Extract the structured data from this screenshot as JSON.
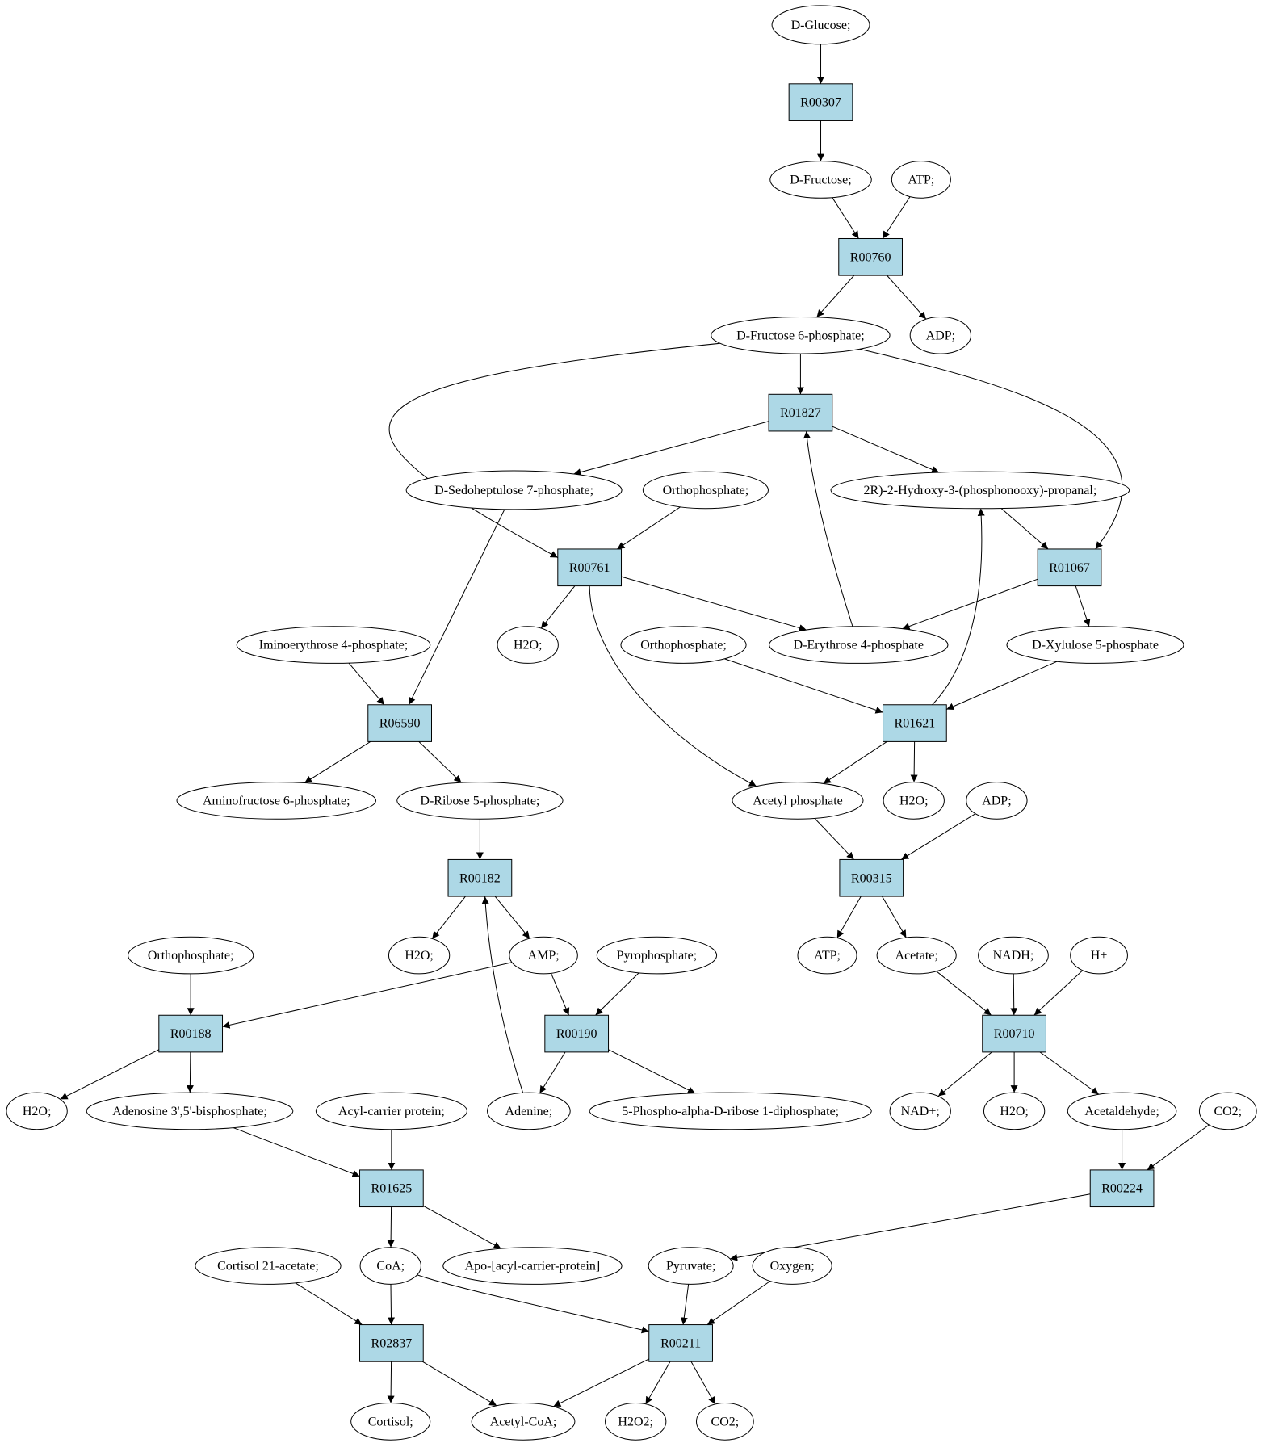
{
  "colors": {
    "reaction_fill": "#add8e6",
    "start_fill": "#00ee00",
    "end_fill": "#ffff00",
    "compound_fill": "#ffffff",
    "stroke": "#000000"
  },
  "nodes": [
    {
      "id": "glucose",
      "label": "D-Glucose;",
      "kind": "compound",
      "role": "start"
    },
    {
      "id": "R00307",
      "label": "R00307",
      "kind": "reaction"
    },
    {
      "id": "fructose",
      "label": "D-Fructose;",
      "kind": "compound"
    },
    {
      "id": "atp1",
      "label": "ATP;",
      "kind": "compound"
    },
    {
      "id": "R00760",
      "label": "R00760",
      "kind": "reaction"
    },
    {
      "id": "f6p",
      "label": "D-Fructose 6-phosphate;",
      "kind": "compound"
    },
    {
      "id": "adp1",
      "label": "ADP;",
      "kind": "compound"
    },
    {
      "id": "R01827",
      "label": "R01827",
      "kind": "reaction"
    },
    {
      "id": "s7p",
      "label": "D-Sedoheptulose 7-phosphate;",
      "kind": "compound"
    },
    {
      "id": "pi1",
      "label": "Orthophosphate;",
      "kind": "compound"
    },
    {
      "id": "g3p",
      "label": "2R)-2-Hydroxy-3-(phosphonooxy)-propanal;",
      "kind": "compound"
    },
    {
      "id": "R00761",
      "label": "R00761",
      "kind": "reaction"
    },
    {
      "id": "R01067",
      "label": "R01067",
      "kind": "reaction"
    },
    {
      "id": "imino",
      "label": "Iminoerythrose 4-phosphate;",
      "kind": "compound"
    },
    {
      "id": "h2o1",
      "label": "H2O;",
      "kind": "compound"
    },
    {
      "id": "pi2",
      "label": "Orthophosphate;",
      "kind": "compound"
    },
    {
      "id": "e4p",
      "label": "D-Erythrose 4-phosphate",
      "kind": "compound"
    },
    {
      "id": "x5p",
      "label": "D-Xylulose 5-phosphate",
      "kind": "compound"
    },
    {
      "id": "R06590",
      "label": "R06590",
      "kind": "reaction"
    },
    {
      "id": "R01621",
      "label": "R01621",
      "kind": "reaction"
    },
    {
      "id": "amino",
      "label": "Aminofructose 6-phosphate;",
      "kind": "compound"
    },
    {
      "id": "r5p",
      "label": "D-Ribose 5-phosphate;",
      "kind": "compound"
    },
    {
      "id": "acp",
      "label": "Acetyl phosphate",
      "kind": "compound"
    },
    {
      "id": "h2o2",
      "label": "H2O;",
      "kind": "compound"
    },
    {
      "id": "adp2",
      "label": "ADP;",
      "kind": "compound"
    },
    {
      "id": "R00182",
      "label": "R00182",
      "kind": "reaction"
    },
    {
      "id": "R00315",
      "label": "R00315",
      "kind": "reaction"
    },
    {
      "id": "pi3",
      "label": "Orthophosphate;",
      "kind": "compound"
    },
    {
      "id": "h2o3",
      "label": "H2O;",
      "kind": "compound"
    },
    {
      "id": "amp",
      "label": "AMP;",
      "kind": "compound"
    },
    {
      "id": "ppi",
      "label": "Pyrophosphate;",
      "kind": "compound"
    },
    {
      "id": "atp2",
      "label": "ATP;",
      "kind": "compound"
    },
    {
      "id": "acetate",
      "label": "Acetate;",
      "kind": "compound"
    },
    {
      "id": "nadh",
      "label": "NADH;",
      "kind": "compound"
    },
    {
      "id": "hplus",
      "label": "H+",
      "kind": "compound"
    },
    {
      "id": "R00188",
      "label": "R00188",
      "kind": "reaction"
    },
    {
      "id": "R00190",
      "label": "R00190",
      "kind": "reaction"
    },
    {
      "id": "R00710",
      "label": "R00710",
      "kind": "reaction"
    },
    {
      "id": "h2o4",
      "label": "H2O;",
      "kind": "compound"
    },
    {
      "id": "pap",
      "label": "Adenosine 3',5'-bisphosphate;",
      "kind": "compound"
    },
    {
      "id": "acylcp",
      "label": "Acyl-carrier protein;",
      "kind": "compound"
    },
    {
      "id": "adenine",
      "label": "Adenine;",
      "kind": "compound"
    },
    {
      "id": "prpp",
      "label": "5-Phospho-alpha-D-ribose 1-diphosphate;",
      "kind": "compound"
    },
    {
      "id": "nad",
      "label": "NAD+;",
      "kind": "compound"
    },
    {
      "id": "h2o5",
      "label": "H2O;",
      "kind": "compound"
    },
    {
      "id": "acetald",
      "label": "Acetaldehyde;",
      "kind": "compound"
    },
    {
      "id": "co2a",
      "label": "CO2;",
      "kind": "compound"
    },
    {
      "id": "R01625",
      "label": "R01625",
      "kind": "reaction"
    },
    {
      "id": "R00224",
      "label": "R00224",
      "kind": "reaction"
    },
    {
      "id": "cortac",
      "label": "Cortisol 21-acetate;",
      "kind": "compound"
    },
    {
      "id": "coa",
      "label": "CoA;",
      "kind": "compound"
    },
    {
      "id": "apoacp",
      "label": "Apo-[acyl-carrier-protein]",
      "kind": "compound"
    },
    {
      "id": "pyruvate",
      "label": "Pyruvate;",
      "kind": "compound"
    },
    {
      "id": "oxygen",
      "label": "Oxygen;",
      "kind": "compound"
    },
    {
      "id": "R02837",
      "label": "R02837",
      "kind": "reaction"
    },
    {
      "id": "R00211",
      "label": "R00211",
      "kind": "reaction"
    },
    {
      "id": "cortisol",
      "label": "Cortisol;",
      "kind": "compound"
    },
    {
      "id": "acetylcoa",
      "label": "Acetyl-CoA;",
      "kind": "compound",
      "role": "end"
    },
    {
      "id": "h2o2b",
      "label": "H2O2;",
      "kind": "compound"
    },
    {
      "id": "co2b",
      "label": "CO2;",
      "kind": "compound"
    }
  ],
  "edges": [
    {
      "from": "glucose",
      "to": "R00307"
    },
    {
      "from": "R00307",
      "to": "fructose"
    },
    {
      "from": "fructose",
      "to": "R00760"
    },
    {
      "from": "atp1",
      "to": "R00760"
    },
    {
      "from": "R00760",
      "to": "f6p"
    },
    {
      "from": "R00760",
      "to": "adp1"
    },
    {
      "from": "f6p",
      "to": "R01827"
    },
    {
      "from": "f6p",
      "to": "R00761"
    },
    {
      "from": "f6p",
      "to": "R01067"
    },
    {
      "from": "R01827",
      "to": "s7p"
    },
    {
      "from": "R01827",
      "to": "g3p"
    },
    {
      "from": "pi1",
      "to": "R00761"
    },
    {
      "from": "g3p",
      "to": "R01067"
    },
    {
      "from": "R00761",
      "to": "h2o1"
    },
    {
      "from": "R00761",
      "to": "e4p"
    },
    {
      "from": "R00761",
      "to": "acp"
    },
    {
      "from": "R01067",
      "to": "e4p"
    },
    {
      "from": "R01067",
      "to": "x5p"
    },
    {
      "from": "e4p",
      "to": "R01827"
    },
    {
      "from": "s7p",
      "to": "R06590"
    },
    {
      "from": "imino",
      "to": "R06590"
    },
    {
      "from": "R06590",
      "to": "amino"
    },
    {
      "from": "R06590",
      "to": "r5p"
    },
    {
      "from": "pi2",
      "to": "R01621"
    },
    {
      "from": "x5p",
      "to": "R01621"
    },
    {
      "from": "R01621",
      "to": "g3p"
    },
    {
      "from": "R01621",
      "to": "acp"
    },
    {
      "from": "R01621",
      "to": "h2o2"
    },
    {
      "from": "r5p",
      "to": "R00182"
    },
    {
      "from": "R00182",
      "to": "h2o3"
    },
    {
      "from": "R00182",
      "to": "amp"
    },
    {
      "from": "adenine",
      "to": "R00182"
    },
    {
      "from": "acp",
      "to": "R00315"
    },
    {
      "from": "adp2",
      "to": "R00315"
    },
    {
      "from": "R00315",
      "to": "atp2"
    },
    {
      "from": "R00315",
      "to": "acetate"
    },
    {
      "from": "pi3",
      "to": "R00188"
    },
    {
      "from": "amp",
      "to": "R00188"
    },
    {
      "from": "amp",
      "to": "R00190"
    },
    {
      "from": "ppi",
      "to": "R00190"
    },
    {
      "from": "R00190",
      "to": "adenine"
    },
    {
      "from": "R00190",
      "to": "prpp"
    },
    {
      "from": "acetate",
      "to": "R00710"
    },
    {
      "from": "nadh",
      "to": "R00710"
    },
    {
      "from": "hplus",
      "to": "R00710"
    },
    {
      "from": "R00710",
      "to": "nad"
    },
    {
      "from": "R00710",
      "to": "h2o5"
    },
    {
      "from": "R00710",
      "to": "acetald"
    },
    {
      "from": "R00188",
      "to": "h2o4"
    },
    {
      "from": "R00188",
      "to": "pap"
    },
    {
      "from": "pap",
      "to": "R01625"
    },
    {
      "from": "acylcp",
      "to": "R01625"
    },
    {
      "from": "R01625",
      "to": "coa"
    },
    {
      "from": "R01625",
      "to": "apoacp"
    },
    {
      "from": "acetald",
      "to": "R00224"
    },
    {
      "from": "co2a",
      "to": "R00224"
    },
    {
      "from": "R00224",
      "to": "pyruvate"
    },
    {
      "from": "cortac",
      "to": "R02837"
    },
    {
      "from": "coa",
      "to": "R02837"
    },
    {
      "from": "coa",
      "to": "R00211"
    },
    {
      "from": "pyruvate",
      "to": "R00211"
    },
    {
      "from": "oxygen",
      "to": "R00211"
    },
    {
      "from": "R02837",
      "to": "cortisol"
    },
    {
      "from": "R02837",
      "to": "acetylcoa"
    },
    {
      "from": "R00211",
      "to": "acetylcoa"
    },
    {
      "from": "R00211",
      "to": "h2o2b"
    },
    {
      "from": "R00211",
      "to": "co2b"
    }
  ]
}
